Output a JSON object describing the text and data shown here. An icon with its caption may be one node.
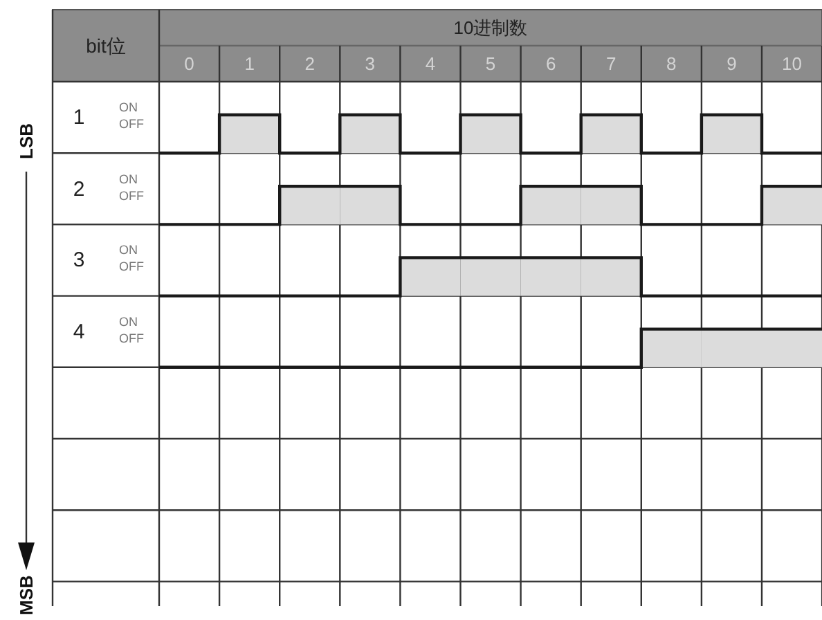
{
  "diagram": {
    "labels": [
      "bit位",
      "10进制数",
      "0",
      "1",
      "2",
      "3",
      "4",
      "5",
      "6",
      "7",
      "8",
      "9",
      "10",
      "1",
      "ON",
      "OFF",
      "2",
      "ON",
      "OFF",
      "3",
      "ON",
      "OFF",
      "4",
      "ON",
      "OFF",
      "LSB",
      "MSB"
    ]
  }
}
